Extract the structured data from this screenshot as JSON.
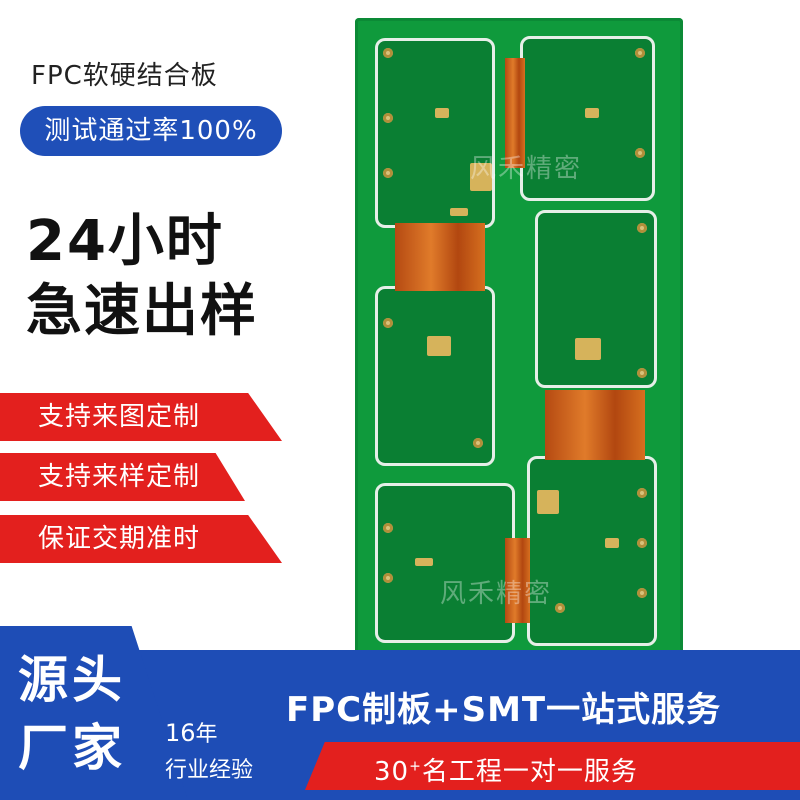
{
  "header": {
    "product_line": "FPC软硬结合板",
    "pass_rate_badge": "测试通过率100%"
  },
  "hero": {
    "line1": "24小时",
    "line2": "急速出样"
  },
  "features": [
    {
      "label": "支持来图定制"
    },
    {
      "label": "支持来样定制"
    },
    {
      "label": "保证交期准时"
    }
  ],
  "pcb": {
    "watermark": "风禾精密"
  },
  "footer": {
    "source_line1": "源头",
    "source_line2": "厂家",
    "years_num": "16",
    "years_unit": "年",
    "industry_experience": "行业经验",
    "service_title": "FPC制板+SMT一站式服务",
    "engineer_count": "30",
    "engineer_plus": "+",
    "engineer_text": "名工程一对一服务"
  },
  "colors": {
    "brand_blue": "#1e4db6",
    "accent_red": "#e3201e",
    "pcb_green": "#0f9a3c",
    "flex_orange": "#d66f1f"
  }
}
